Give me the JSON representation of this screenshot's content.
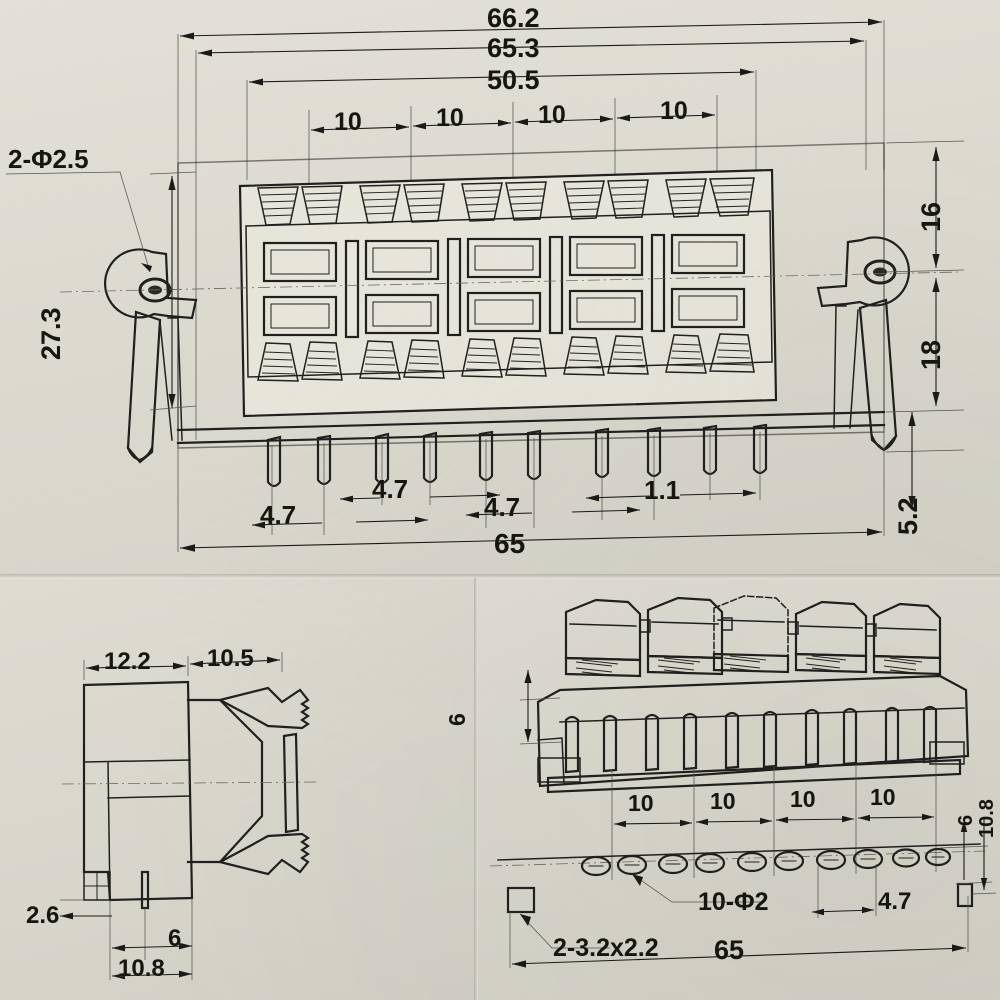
{
  "document": {
    "kind": "engineering-drawing",
    "subject": "10-pin PCB connector / terminal block",
    "views": [
      "top-view",
      "side-view",
      "front-and-footprint-view"
    ]
  },
  "colors": {
    "paper": "#dedcd2",
    "ink": "#20201e",
    "thin_ink": "#5a5a55",
    "centerline": "#6a6a64"
  },
  "top_view": {
    "name": "top-view",
    "dimensions": {
      "overall_width_outer": "66.2",
      "overall_width_mid": "65.3",
      "body_width": "50.5",
      "pitch_1": "10",
      "pitch_2": "10",
      "pitch_3": "10",
      "pitch_4": "10",
      "hole_callout": "2-Φ2.5",
      "height_left": "27.3",
      "height_upper_right": "16",
      "height_lower_right": "18",
      "height_bottom_right": "5.2",
      "pin_offset_1": "4.7",
      "pin_offset_2": "4.7",
      "pin_offset_3": "4.7",
      "pin_width": "1.1",
      "pin_span": "65"
    },
    "features": {
      "columns": 5,
      "rows": 2,
      "pins": 10,
      "mounting_ears": 2
    }
  },
  "side_view": {
    "name": "side-view",
    "dimensions": {
      "body_depth": "12.2",
      "latch_depth": "10.5",
      "foot_width": "2.6",
      "pin_offset": "6",
      "base_width": "10.8"
    }
  },
  "front_view": {
    "name": "front-and-footprint-view",
    "dimensions": {
      "height_left": "6",
      "pitch_1": "10",
      "pitch_2": "10",
      "pitch_3": "10",
      "pitch_4": "10",
      "hole_callout": "10-Φ2",
      "slot_callout": "2-3.2x2.2",
      "pin_offset": "4.7",
      "overall_length": "65",
      "edge_offset_small": "6",
      "edge_offset_large": "10.8"
    },
    "features": {
      "housings": 5,
      "comb_teeth": 10,
      "footprint_holes": 10,
      "footprint_slots": 2
    }
  }
}
